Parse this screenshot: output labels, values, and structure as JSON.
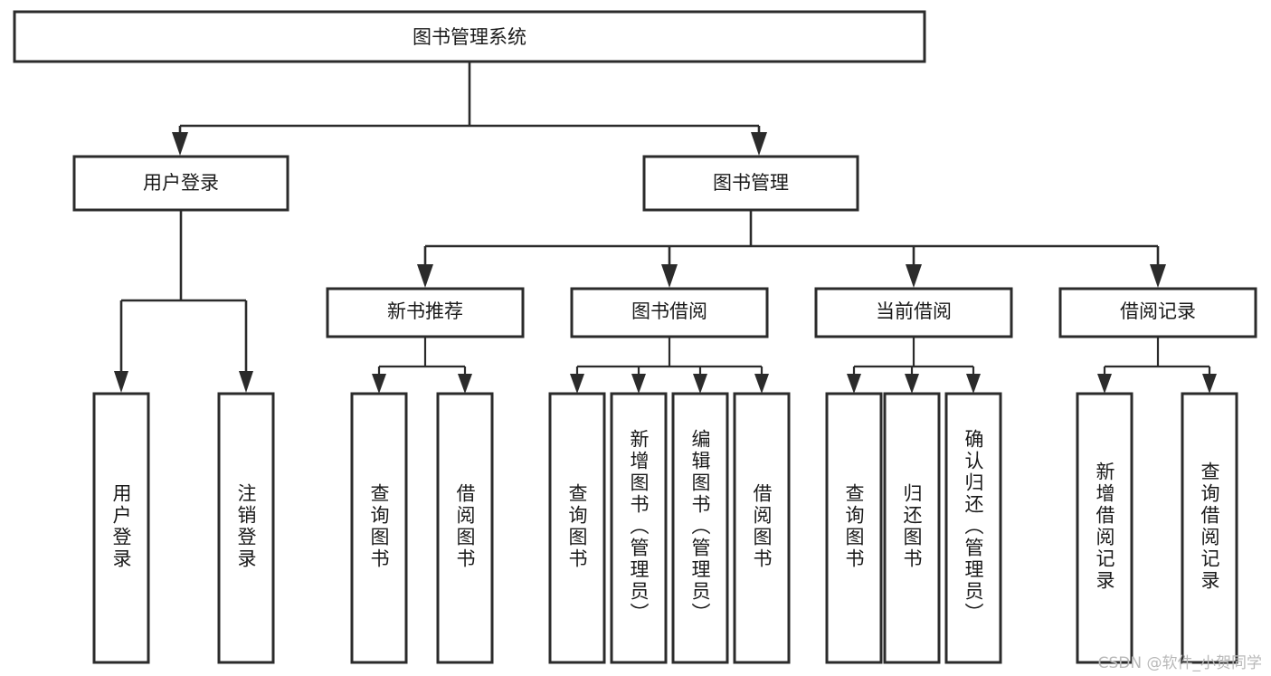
{
  "diagram": {
    "title": "图书管理系统",
    "type": "tree",
    "watermark": "CSDN @软件_小贺同学",
    "colors": {
      "stroke": "#2b2b2b",
      "fill": "#ffffff",
      "text": "#1a1a1a",
      "watermark": "#b9b9b9"
    },
    "root": {
      "id": "root",
      "label": "图书管理系统"
    },
    "level2": [
      {
        "id": "user-login",
        "label": "用户登录"
      },
      {
        "id": "book-management",
        "label": "图书管理"
      }
    ],
    "level3": [
      {
        "id": "new-book-recommend",
        "label": "新书推荐",
        "parent": "book-management"
      },
      {
        "id": "book-borrow",
        "label": "图书借阅",
        "parent": "book-management"
      },
      {
        "id": "current-borrow",
        "label": "当前借阅",
        "parent": "book-management"
      },
      {
        "id": "borrow-record",
        "label": "借阅记录",
        "parent": "book-management"
      }
    ],
    "leaves": {
      "user-login": [
        {
          "id": "leaf-user-login",
          "label": "用户登录"
        },
        {
          "id": "leaf-logout-login",
          "label": "注销登录"
        }
      ],
      "new-book-recommend": [
        {
          "id": "leaf-query-book-1",
          "label": "查询图书"
        },
        {
          "id": "leaf-borrow-book-1",
          "label": "借阅图书"
        }
      ],
      "book-borrow": [
        {
          "id": "leaf-query-book-2",
          "label": "查询图书"
        },
        {
          "id": "leaf-add-book-admin",
          "label": "新增图书（管理员）"
        },
        {
          "id": "leaf-edit-book-admin",
          "label": "编辑图书（管理员）"
        },
        {
          "id": "leaf-borrow-book-2",
          "label": "借阅图书"
        }
      ],
      "current-borrow": [
        {
          "id": "leaf-query-book-3",
          "label": "查询图书"
        },
        {
          "id": "leaf-return-book",
          "label": "归还图书"
        },
        {
          "id": "leaf-confirm-return-admin",
          "label": "确认归还（管理员）"
        }
      ],
      "borrow-record": [
        {
          "id": "leaf-add-borrow-record",
          "label": "新增借阅记录"
        },
        {
          "id": "leaf-query-borrow-record",
          "label": "查询借阅记录"
        }
      ]
    }
  }
}
